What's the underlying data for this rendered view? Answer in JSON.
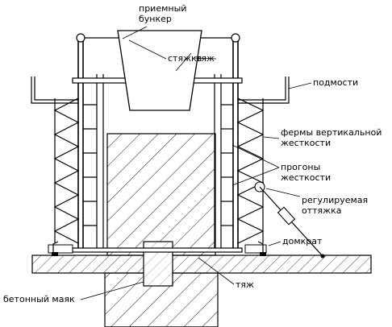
{
  "labels": {
    "hopper": [
      "приемный",
      "бункер"
    ],
    "tie_top": "стяжка",
    "rod_top": "тяж",
    "scaffold": "подмости",
    "trusses": [
      "фермы вертикальной",
      "жесткости"
    ],
    "purlins": [
      "прогоны",
      "жесткости"
    ],
    "guy": [
      "регулируемая",
      "оттяжка"
    ],
    "jack": "домкрат",
    "rod_bottom": "тяж",
    "beacon": "бетонный маяк"
  }
}
